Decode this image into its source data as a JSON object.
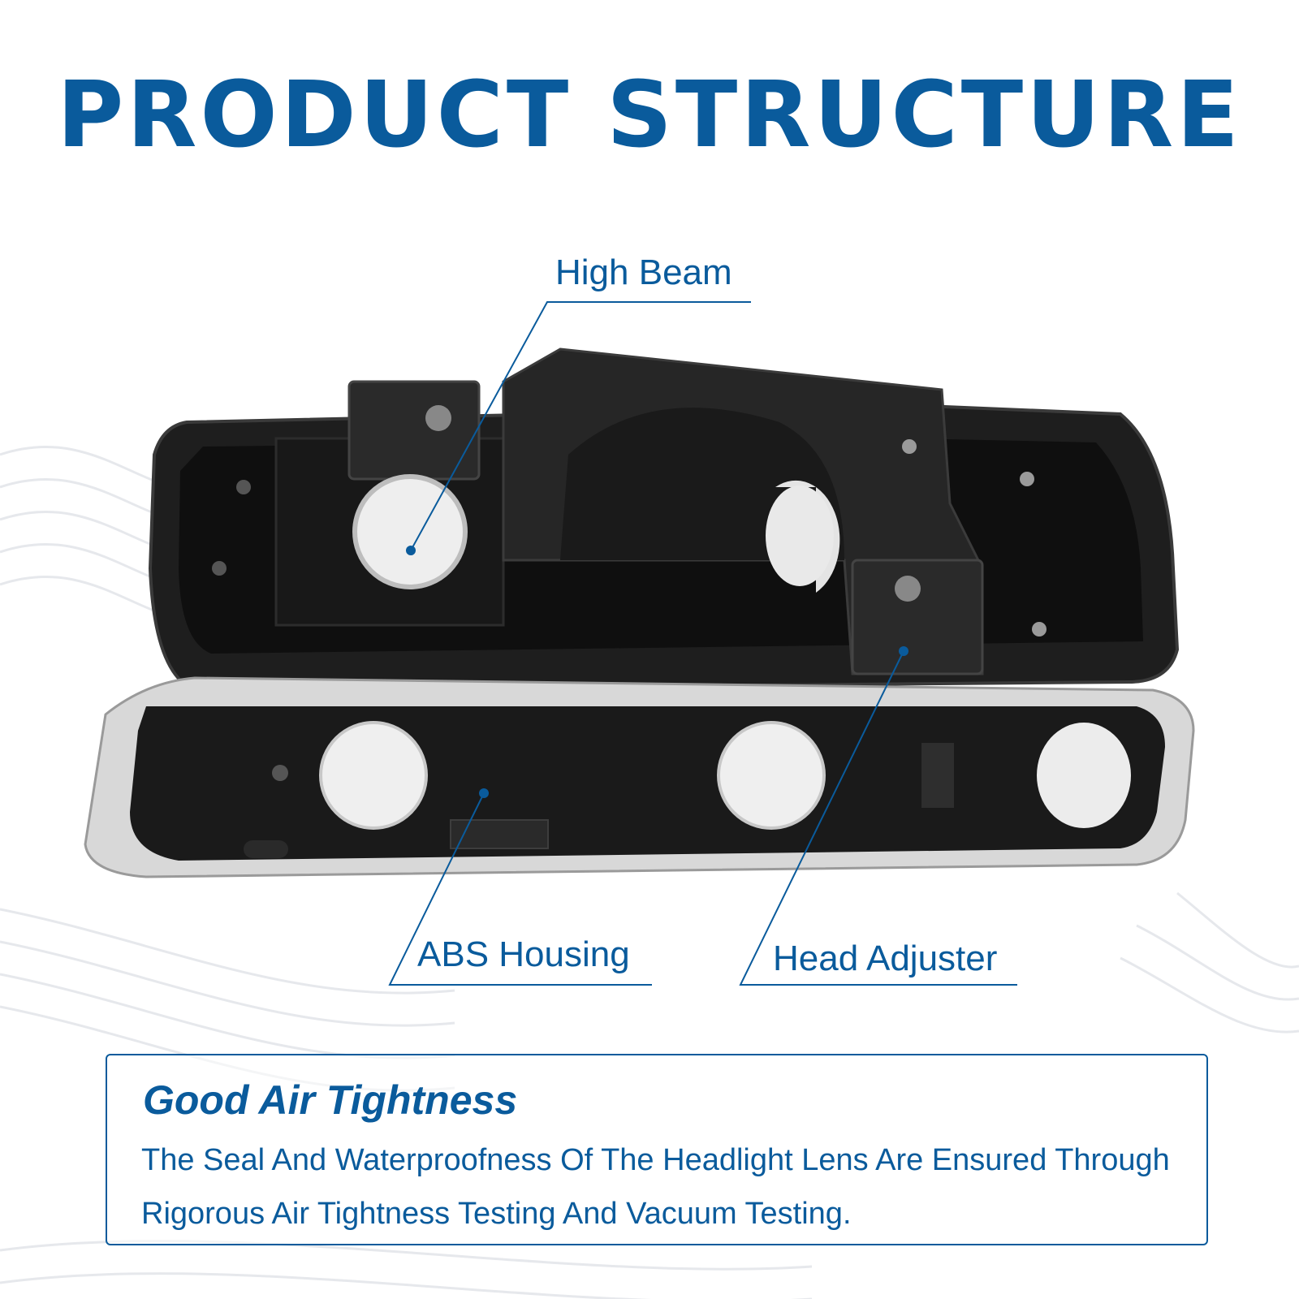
{
  "title": "PRODUCT STRUCTURE",
  "callouts": {
    "high_beam": "High Beam",
    "abs_housing": "ABS Housing",
    "head_adjuster": "Head Adjuster"
  },
  "feature": {
    "heading": "Good Air Tightness",
    "description": "The Seal And Waterproofness Of The Headlight Lens Are Ensured Through Rigorous Air Tightness Testing And Vacuum Testing."
  },
  "colors": {
    "accent": "#0a5b9c",
    "housing": "#1c1c1c",
    "background": "#ffffff"
  }
}
